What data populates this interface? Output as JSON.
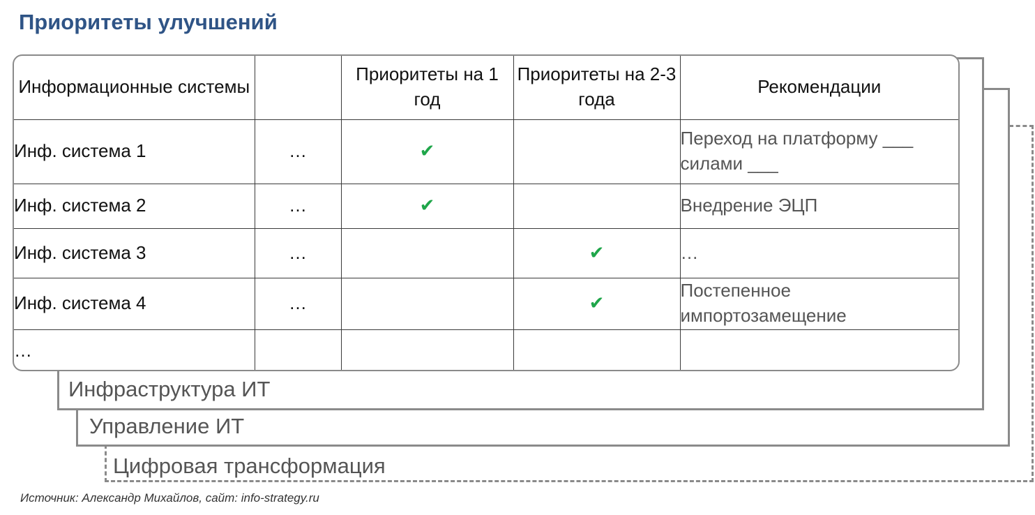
{
  "title": "Приоритеты улучшений",
  "layers": {
    "infra": "Инфраструктура ИТ",
    "management": "Управление ИТ",
    "digital": "Цифровая трансформация"
  },
  "table": {
    "headers": [
      "Информационные системы",
      "",
      "Приоритеты на 1 год",
      "Приоритеты на 2-3 года",
      "Рекомендации"
    ],
    "rows": [
      {
        "name": "Инф. система 1",
        "dots": "…",
        "y1": "✔",
        "y23": "",
        "rec": "Переход на платформу ___ силами ___"
      },
      {
        "name": "Инф. система 2",
        "dots": "…",
        "y1": "✔",
        "y23": "",
        "rec": "Внедрение ЭЦП"
      },
      {
        "name": "Инф. система 3",
        "dots": "…",
        "y1": "",
        "y23": "✔",
        "rec": "…"
      },
      {
        "name": "Инф. система 4",
        "dots": "…",
        "y1": "",
        "y23": "✔",
        "rec": "Постепенное импортозамещение"
      },
      {
        "name": "…",
        "dots": "",
        "y1": "",
        "y23": "",
        "rec": ""
      }
    ]
  },
  "source": "Источник: Александр Михайлов, сайт: info-strategy.ru",
  "colors": {
    "title": "#2f5486",
    "check": "#1fa64a",
    "border": "#8a8a8a"
  }
}
